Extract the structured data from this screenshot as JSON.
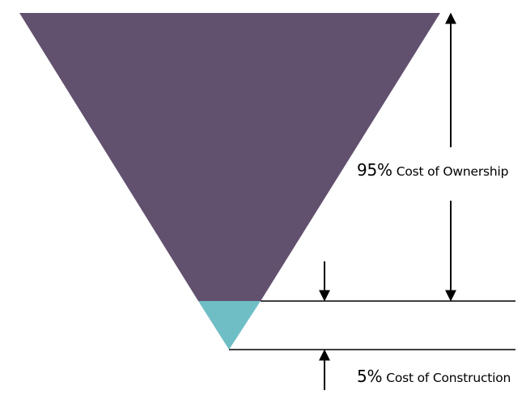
{
  "colors": {
    "ownership": "#62506f",
    "construction": "#6fbec6",
    "ink": "#000000",
    "background": "#ffffff"
  },
  "ownership": {
    "percent": "95%",
    "label": "Cost of Ownership"
  },
  "construction": {
    "percent": "5%",
    "label": "Cost of Construction"
  }
}
